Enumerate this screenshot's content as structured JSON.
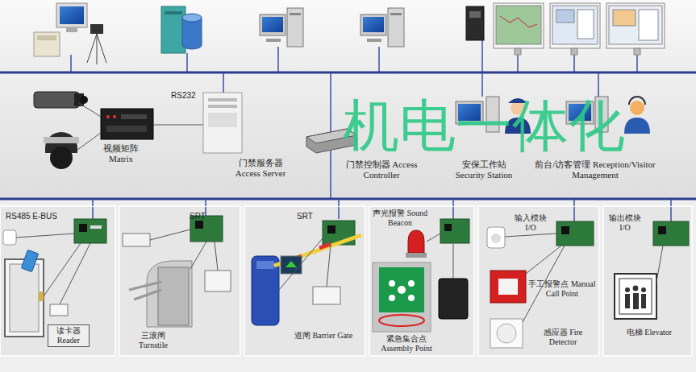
{
  "diagram": {
    "nodes": [
      {
        "text": [
          "RS485 E-BUS",
          "读卡器 Reader"
        ]
      },
      {
        "text": [
          "SRT",
          "三滚闸 Turnstile"
        ]
      },
      {
        "text": [
          "SRT",
          "道闸 Barrier Gate"
        ]
      },
      {
        "text": [
          "声光报警 Sound Beacon",
          "紧急集合点 Assembly Point"
        ]
      },
      {
        "text": [
          "输入模块 I/O",
          "手工报警点 Manual Call Point",
          "感应器 Fire Detector"
        ]
      },
      {
        "text": [
          "输出模块 I/O",
          "电梯 Elevator"
        ]
      }
    ],
    "labels": [
      "RS232",
      "视频矩阵 Matrix",
      "门禁服务器 Access Server",
      "门禁控制器 Access Controller",
      "安保工作站 Security Station",
      "前台/访客管理 Reception/Visitor Management",
      "机电一体化"
    ]
  }
}
